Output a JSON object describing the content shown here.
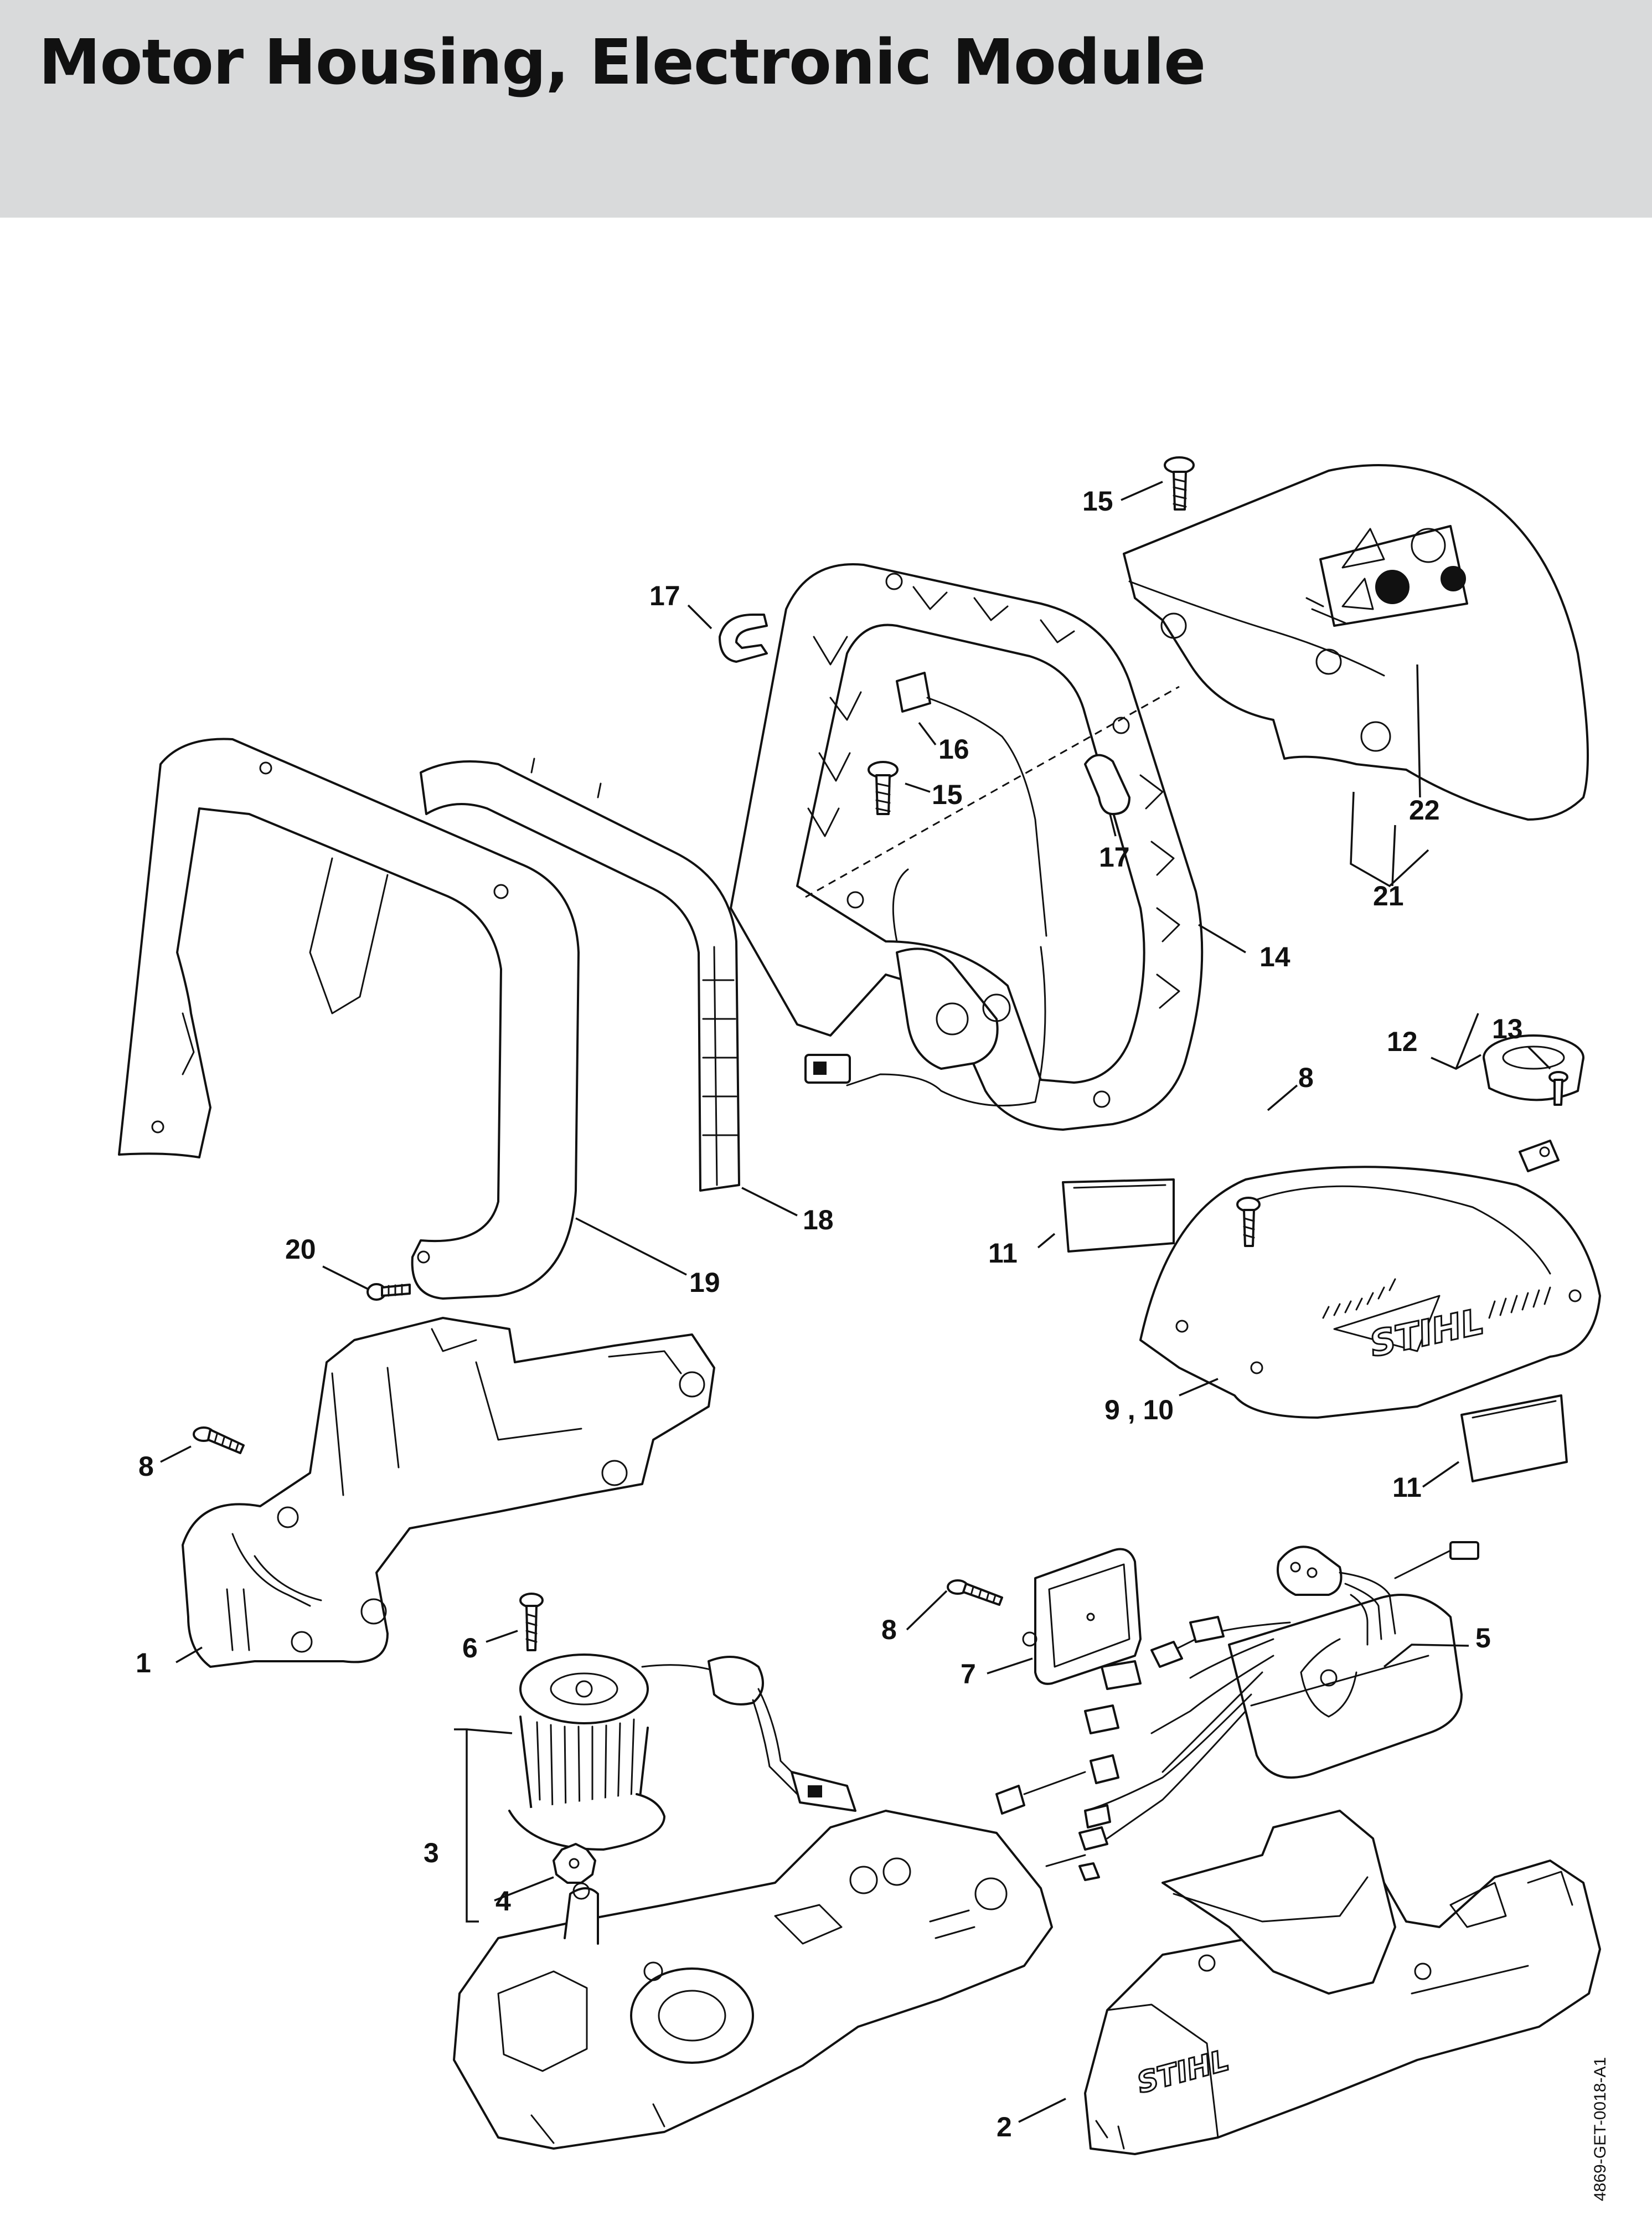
{
  "page": {
    "title": "Motor Housing, Electronic Module",
    "header_color": "#d9dadb",
    "line_color": "#111111",
    "document_id": "4869-GET-0018-A1"
  },
  "labels": {
    "l1": "1",
    "l2": "2",
    "l3": "3",
    "l4": "4",
    "l5": "5",
    "l6": "6",
    "l7": "7",
    "l8a": "8",
    "l8b": "8",
    "l8c": "8",
    "l910": "9 , 10",
    "l11a": "11",
    "l11b": "11",
    "l12": "12",
    "l13": "13",
    "l14": "14",
    "l15a": "15",
    "l15b": "15",
    "l16": "16",
    "l17a": "17",
    "l17b": "17",
    "l18": "18",
    "l19": "19",
    "l20": "20",
    "l21": "21",
    "l22": "22"
  },
  "brand": {
    "cover": "STIHL",
    "housing": "STIHL"
  }
}
